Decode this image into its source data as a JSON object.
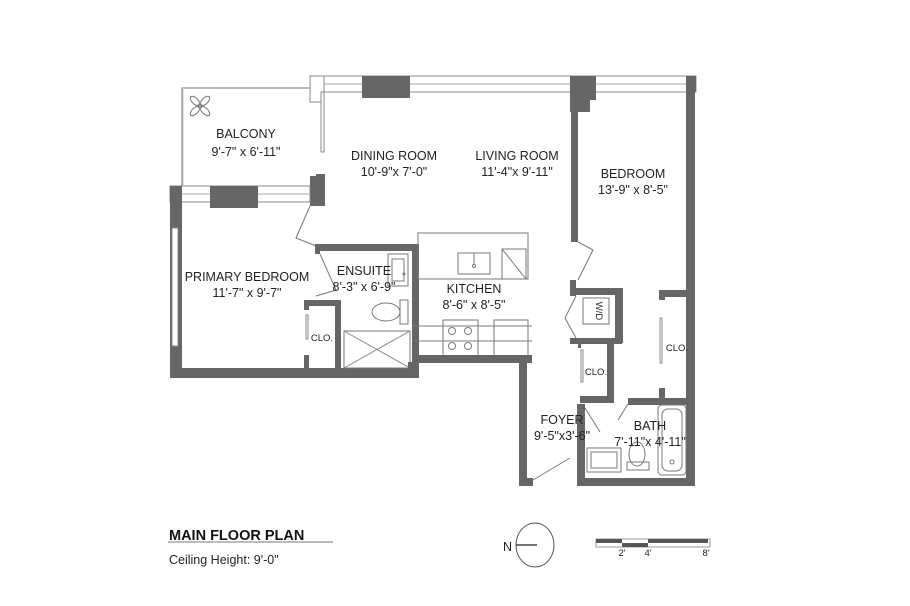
{
  "rooms": {
    "balcony": {
      "name": "BALCONY",
      "dims": "9'-7\" x 6'-11\""
    },
    "dining": {
      "name": "DINING ROOM",
      "dims": "10'-9\"x 7'-0\""
    },
    "living": {
      "name": "LIVING ROOM",
      "dims": "11'-4\"x 9'-11\""
    },
    "bedroom": {
      "name": "BEDROOM",
      "dims": "13'-9\" x 8'-5\""
    },
    "primary_bedroom": {
      "name": "PRIMARY BEDROOM",
      "dims": "11'-7\" x 9'-7\""
    },
    "ensuite": {
      "name": "ENSUITE",
      "dims": "8'-3\" x 6'-9\""
    },
    "kitchen": {
      "name": "KITCHEN",
      "dims": "8'-6\" x 8'-5\""
    },
    "foyer": {
      "name": "FOYER",
      "dims": "9'-5\"x3'-6\""
    },
    "bath": {
      "name": "BATH",
      "dims": "7'-11\"x 4'-11\""
    }
  },
  "closets": [
    "CLO.",
    "CLO.",
    "CLO."
  ],
  "washer_dryer": "W/D",
  "legend": {
    "title": "MAIN FLOOR PLAN",
    "ceiling": "Ceiling Height: 9'-0\"",
    "north": "N",
    "scale_ticks": [
      "2'",
      "4'",
      "8'"
    ]
  },
  "icons": [
    "north-arrow-icon",
    "scale-bar-icon",
    "plant-icon",
    "sink-icon",
    "toilet-icon",
    "shower-icon",
    "stove-icon",
    "bathtub-icon",
    "washer-dryer-icon"
  ]
}
